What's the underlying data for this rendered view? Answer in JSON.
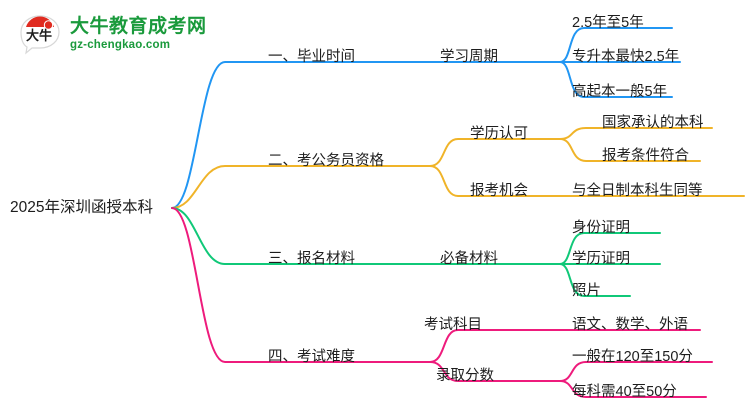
{
  "logo": {
    "mark_name": "daniu-bull-speech-bubble-logo",
    "mark_text": "大牛",
    "title": "大牛教育成考网",
    "subtitle": "gz-chengkao.com",
    "color": "#1a9a3c",
    "mark_accent": "#e02b20"
  },
  "colors": {
    "branch1": "#2196f3",
    "branch2": "#f0b429",
    "branch3": "#10c878",
    "branch4": "#ee1b7c",
    "text": "#1d1d1d",
    "background": "#ffffff"
  },
  "mindmap": {
    "root": {
      "label": "2025年深圳函授本科"
    },
    "branches": [
      {
        "label": "一、毕业时间",
        "color": "#2196f3",
        "children": [
          {
            "label": "学习周期",
            "leaves": [
              {
                "label": "2.5年至5年"
              },
              {
                "label": "专升本最快2.5年"
              },
              {
                "label": "高起本一般5年"
              }
            ]
          }
        ]
      },
      {
        "label": "二、考公务员资格",
        "color": "#f0b429",
        "children": [
          {
            "label": "学历认可",
            "leaves": [
              {
                "label": "国家承认的本科"
              },
              {
                "label": "报考条件符合"
              }
            ]
          },
          {
            "label": "报考机会",
            "leaves": [
              {
                "label": "与全日制本科生同等"
              }
            ]
          }
        ]
      },
      {
        "label": "三、报名材料",
        "color": "#10c878",
        "children": [
          {
            "label": "必备材料",
            "leaves": [
              {
                "label": "身份证明"
              },
              {
                "label": "学历证明"
              },
              {
                "label": "照片"
              }
            ]
          }
        ]
      },
      {
        "label": "四、考试难度",
        "color": "#ee1b7c",
        "children": [
          {
            "label": "考试科目",
            "leaves": [
              {
                "label": "语文、数学、外语"
              }
            ]
          },
          {
            "label": "录取分数",
            "leaves": [
              {
                "label": "一般在120至150分"
              },
              {
                "label": "每科需40至50分"
              }
            ]
          }
        ]
      }
    ]
  }
}
